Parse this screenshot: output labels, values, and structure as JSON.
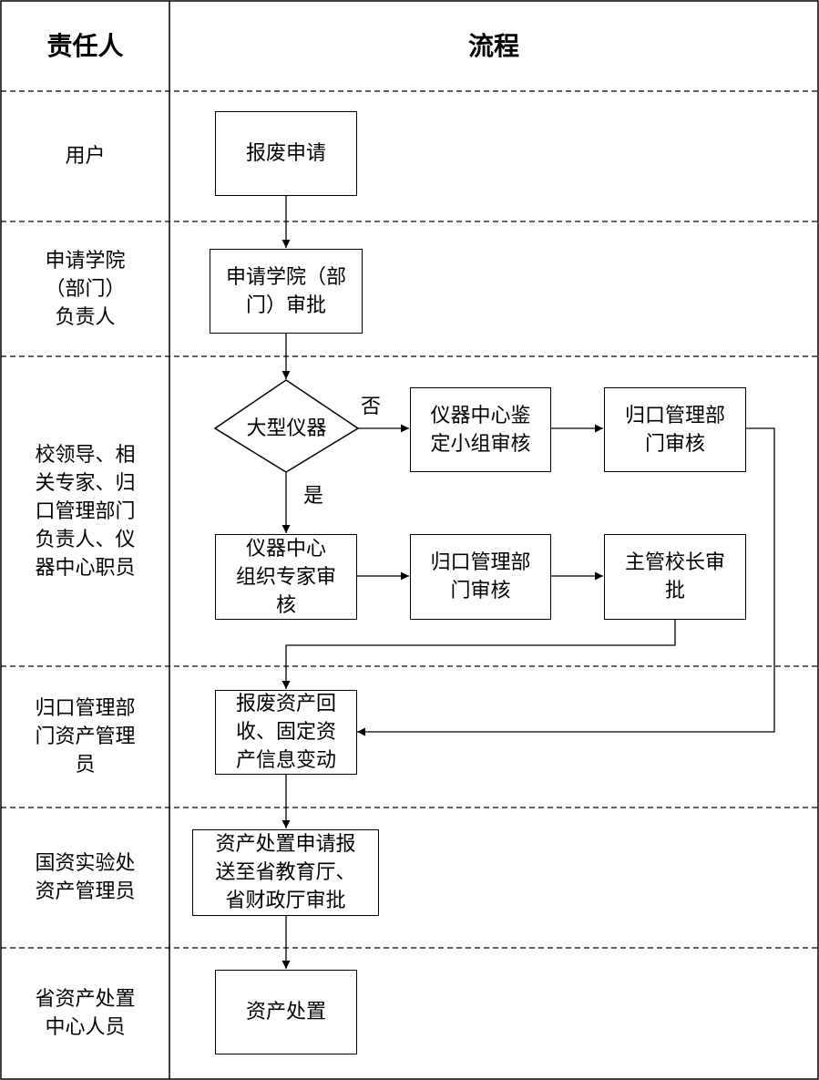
{
  "headers": {
    "role": "责任人",
    "process": "流程"
  },
  "roles": [
    "用户",
    "申请学院\n（部门）\n负责人",
    "校领导、相\n关专家、归\n口管理部门\n负责人、仪\n器中心职员",
    "归口管理部\n门资产管理\n员",
    "国资实验处\n资产管理员",
    "省资产处置\n中心人员"
  ],
  "nodes": {
    "scrap_apply": "报废申请",
    "college_approve": "申请学院（部\n门）审批",
    "large_instrument": "大型仪器",
    "center_group_review": "仪器中心鉴\n定小组审核",
    "dept_review_top": "归口管理部\n门审核",
    "center_expert_review": "仪器中心\n组织专家审\n核",
    "dept_review_bottom": "归口管理部\n门审核",
    "president_approve": "主管校长审\n批",
    "asset_recycle": "报废资产回\n收、固定资\n产信息变动",
    "submit_province": "资产处置申请报\n送至省教育厅、\n省财政厅审批",
    "asset_disposal": "资产处置"
  },
  "edge_labels": {
    "no": "否",
    "yes": "是"
  }
}
